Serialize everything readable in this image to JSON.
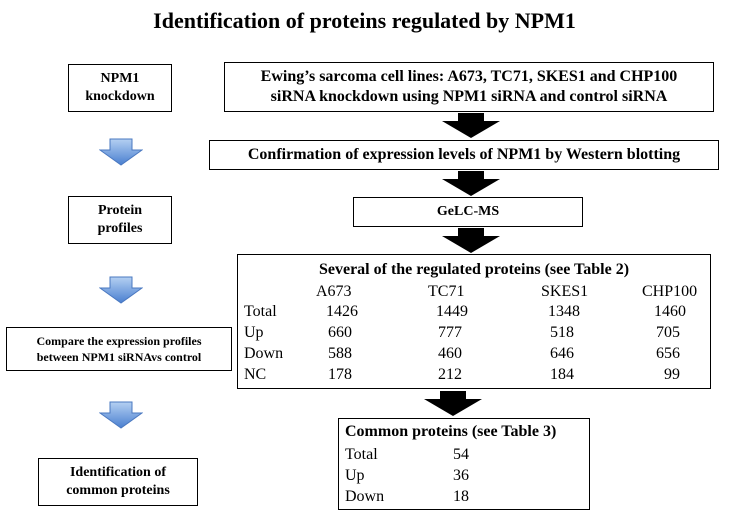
{
  "title": "Identification of proteins regulated by NPM1",
  "left_steps": [
    {
      "lines": [
        "NPM1",
        "knockdown"
      ]
    },
    {
      "lines": [
        "Protein",
        "profiles"
      ]
    },
    {
      "lines": [
        "Compare the expression profiles",
        "between NPM1 siRNAvs control"
      ]
    },
    {
      "lines": [
        "Identification of",
        "common proteins"
      ]
    }
  ],
  "flow": {
    "box1": {
      "lines": [
        "Ewing’s sarcoma cell lines: A673, TC71, SKES1 and CHP100",
        "siRNA knockdown using NPM1 siRNA and control siRNA"
      ]
    },
    "box2": "Confirmation of expression levels of NPM1 by Western blotting",
    "box3": "GeLC-MS"
  },
  "regulated_table": {
    "title": "Several of the regulated proteins (see Table 2)",
    "columns": [
      "A673",
      "TC71",
      "SKES1",
      "CHP100"
    ],
    "rows": [
      {
        "label": "Total",
        "values": [
          "1426",
          "1449",
          "1348",
          "1460"
        ]
      },
      {
        "label": "Up",
        "values": [
          "660",
          "777",
          "518",
          "705"
        ]
      },
      {
        "label": "Down",
        "values": [
          "588",
          "460",
          "646",
          "656"
        ]
      },
      {
        "label": "NC",
        "values": [
          "178",
          "212",
          "184",
          "99"
        ]
      }
    ]
  },
  "common_table": {
    "title": "Common proteins (see Table 3)",
    "rows": [
      {
        "label": "Total",
        "value": "54"
      },
      {
        "label": "Up",
        "value": "36"
      },
      {
        "label": "Down",
        "value": "18"
      }
    ]
  },
  "colors": {
    "blue_arrow_top": "#a9c8ee",
    "blue_arrow_bottom": "#4a7fd0",
    "black_arrow": "#000000"
  }
}
